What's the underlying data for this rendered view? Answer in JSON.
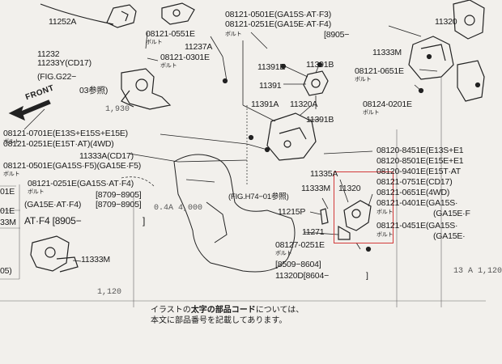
{
  "diagram": {
    "labels": {
      "p11252a": "11252A",
      "bolt_0551e": "08121-0551E",
      "bolt_0551e_sub": "ボルト",
      "p11232": "11232",
      "p11233y": "11233Y(CD17)",
      "fig_g22": "(FIG.G22−",
      "fig_g22_ref": "03参照)",
      "p11237a": "11237A",
      "bolt_0301e": "08121-0301E",
      "bolt_0301e_sub": "ボルト",
      "bolt_0501e_top": "08121-0501E(GA15S·AT·F3)",
      "bolt_0251e_top": "08121-0251E(GA15E·AT·F4)",
      "range_8905": "[8905−",
      "bolt_sub_top": "ボルト",
      "p11391e": "11391E",
      "p11391b_top": "11391B",
      "p11391": "11391",
      "p11391a": "11391A",
      "p11320a": "11320A",
      "p11391b": "11391B",
      "p11320_tr": "11320",
      "p11333m_tr": "11333M",
      "bolt_0651e_tr": "08121-0651E",
      "bolt_0651e_tr_sub": "ボルト",
      "bolt_0201e": "08124-0201E",
      "bolt_0201e_sub": "ボルト",
      "bolt_0701e": "08121-0701E(E13S+E15S+E15E)",
      "bolt_0701e_sub": "ボルト",
      "bolt_0251e_l": "08121-0251E(E15T·AT)(4WD)",
      "p11333a": "11333A(CD17)",
      "bolt_0501e_l": "08121-0501E(GA15S·F5)(GA15E·F5)",
      "bolt_0501e_l_sub": "ボルト",
      "bolt_0251e_l2": "08121-0251E(GA15S·AT·F4)",
      "bolt_0251e_l2_sub": "ボルト",
      "range_8709_8905": "[8709−8905]",
      "ga15e_range": "(GA15E·AT·F4)",
      "range_8709_8905b": "[8709−8905]",
      "at_f4": "AT·F4 [8905−",
      "at_f4_end": "]",
      "p11333m_bl": "11333M",
      "bolt_8451e": "08120-8451E(E13S+E1",
      "bolt_8501e": "08120-8501E(E15E+E1",
      "bolt_9401e": "08120-9401E(E15T·AT",
      "bolt_0751e": "08121-0751E(CD17)",
      "bolt_0651e": "08121-0651E(4WD)",
      "bolt_0401e": "08121-0401E(GA15S·",
      "bolt_0401e_b": "(GA15E·F",
      "bolt_0401e_sub": "ボルト",
      "bolt_0451e": "08121-0451E(GA15S·",
      "bolt_0451e_b": "(GA15E·",
      "bolt_0451e_sub": "ボルト",
      "p11335a": "11335A",
      "p11333m_c": "11333M",
      "p11320_c": "11320",
      "fig_h74": "(FIG.H74−01参照)",
      "p11215p": "11215P",
      "p11271": "11271",
      "bolt_0251e_c": "08127-0251E",
      "bolt_0251e_c_sub": "ボルト",
      "range_8509_8604": "[8509−8604]",
      "p11320d": "11320D[8604−",
      "p11320d_end": "]",
      "front": "FRONT",
      "left_01e": "01E",
      "left_33m": "33M",
      "left_05": "05)",
      "left_01e2": "01E"
    },
    "note": {
      "line1_pre": "イラストの",
      "line1_bold": "太字の部品コード",
      "line1_post": "については、",
      "line2": "本文に部品番号を記載してあります。"
    },
    "table_fragments": {
      "t1": "0.4A  4,000",
      "t2": "1,930",
      "t3": "1,120",
      "t4": "13 A 1,120"
    },
    "colors": {
      "paper": "#f2f0ec",
      "ink": "#1a1a1a",
      "highlight": "#d23a3a"
    }
  }
}
